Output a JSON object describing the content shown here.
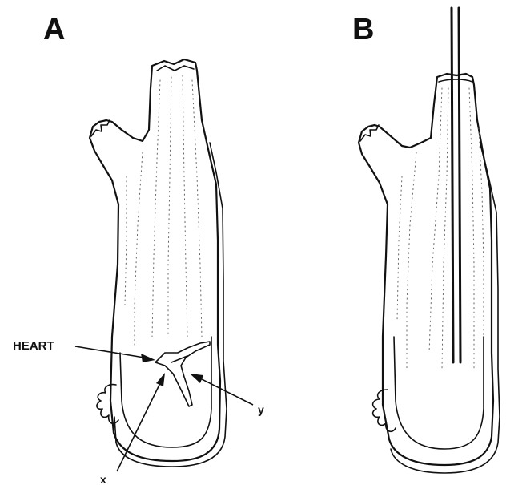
{
  "panels": {
    "a": {
      "label": "A"
    },
    "b": {
      "label": "B"
    }
  },
  "annotations": {
    "heart": "HEART",
    "x": "x",
    "y": "y"
  }
}
